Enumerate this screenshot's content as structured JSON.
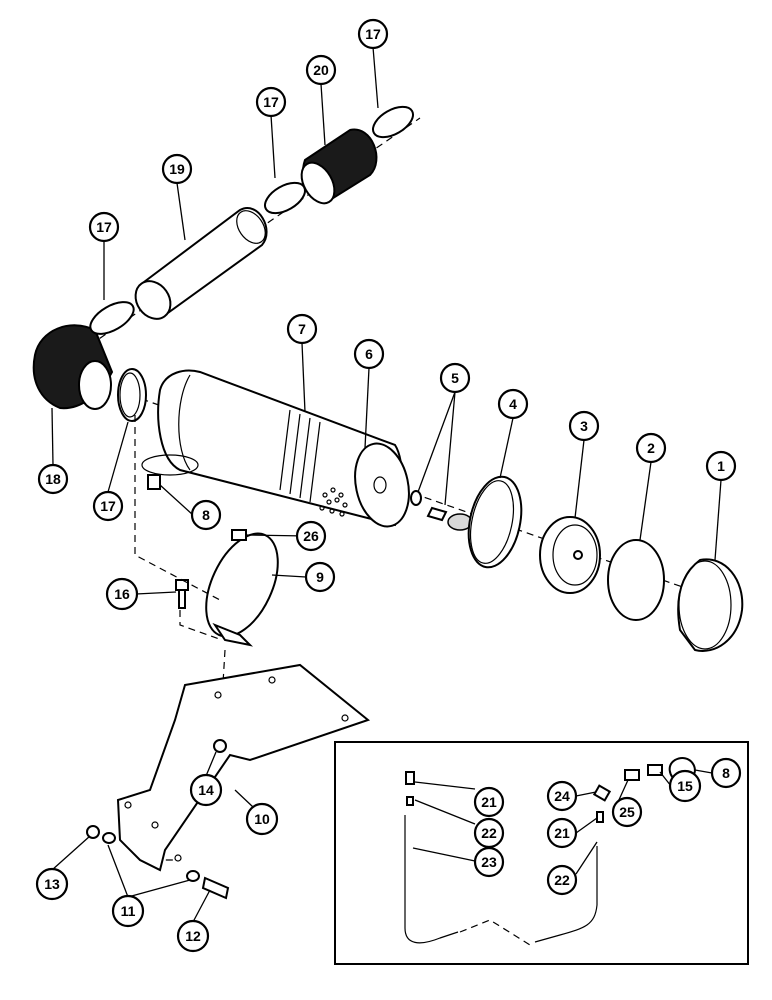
{
  "callouts": [
    {
      "label": "1"
    },
    {
      "label": "2"
    },
    {
      "label": "3"
    },
    {
      "label": "4"
    },
    {
      "label": "5"
    },
    {
      "label": "6"
    },
    {
      "label": "7"
    },
    {
      "label": "8"
    },
    {
      "label": "9"
    },
    {
      "label": "10"
    },
    {
      "label": "11"
    },
    {
      "label": "12"
    },
    {
      "label": "13"
    },
    {
      "label": "14"
    },
    {
      "label": "15"
    },
    {
      "label": "16"
    },
    {
      "label": "17"
    },
    {
      "label": "17"
    },
    {
      "label": "17"
    },
    {
      "label": "17"
    },
    {
      "label": "18"
    },
    {
      "label": "19"
    },
    {
      "label": "20"
    },
    {
      "label": "21"
    },
    {
      "label": "21"
    },
    {
      "label": "22"
    },
    {
      "label": "22"
    },
    {
      "label": "23"
    },
    {
      "label": "24"
    },
    {
      "label": "25"
    },
    {
      "label": "26"
    },
    {
      "label": "8"
    }
  ]
}
